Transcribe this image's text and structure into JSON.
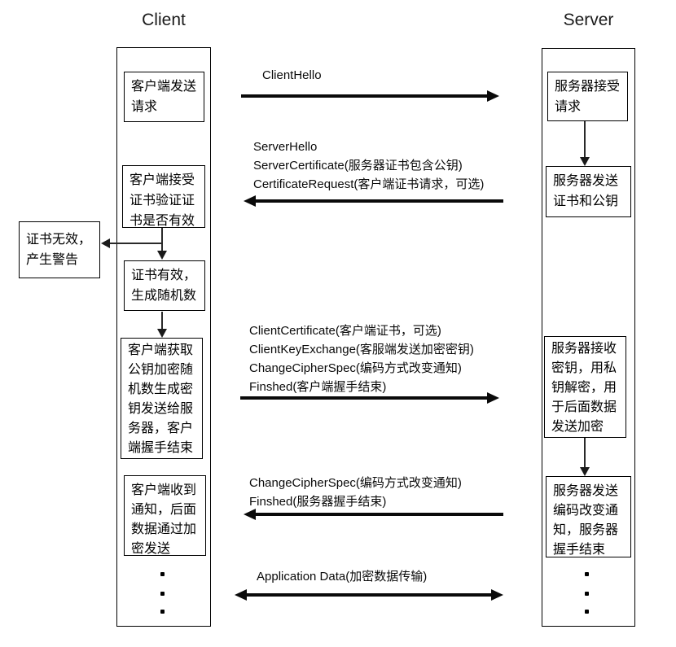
{
  "diagram_title": "SSL/TLS handshake sequence diagram",
  "client": {
    "title": "Client",
    "steps": [
      {
        "text": "客户端发送\n请求"
      },
      {
        "text": "客户端接受\n证书验证证\n书是否有效"
      },
      {
        "text": "证书有效，\n生成随机数"
      },
      {
        "text": "客户端获取\n公钥加密随\n机数生成密\n钥发送给服\n务器，客户\n端握手结束"
      },
      {
        "text": "客户端收到\n通知，后面\n数据通过加\n密发送"
      }
    ],
    "warning_box": {
      "text": "证书无效，\n产生警告"
    }
  },
  "server": {
    "title": "Server",
    "steps": [
      {
        "text": "服务器接受\n请求"
      },
      {
        "text": "服务器发送\n证书和公钥"
      },
      {
        "text": "服务器接收\n密钥，用私\n钥解密，用\n于后面数据\n发送加密"
      },
      {
        "text": "服务器发送\n编码改变通\n知，服务器\n握手结束"
      }
    ]
  },
  "messages": [
    {
      "label": "ClientHello",
      "direction": "right"
    },
    {
      "label": "ServerHello\nServerCertificate(服务器证书包含公钥)\nCertificateRequest(客户端证书请求，可选)",
      "direction": "left"
    },
    {
      "label": "ClientCertificate(客户端证书，可选)\nClientKeyExchange(客服端发送加密密钥)\nChangeCipherSpec(编码方式改变通知)\nFinshed(客户端握手结束)",
      "direction": "right"
    },
    {
      "label": "ChangeCipherSpec(编码方式改变通知)\nFinshed(服务器握手结束)",
      "direction": "left"
    },
    {
      "label": "Application Data(加密数据传输)",
      "direction": "both"
    }
  ],
  "colors": {
    "line": "#0a0a0a",
    "text": "#000000",
    "background": "#ffffff"
  }
}
